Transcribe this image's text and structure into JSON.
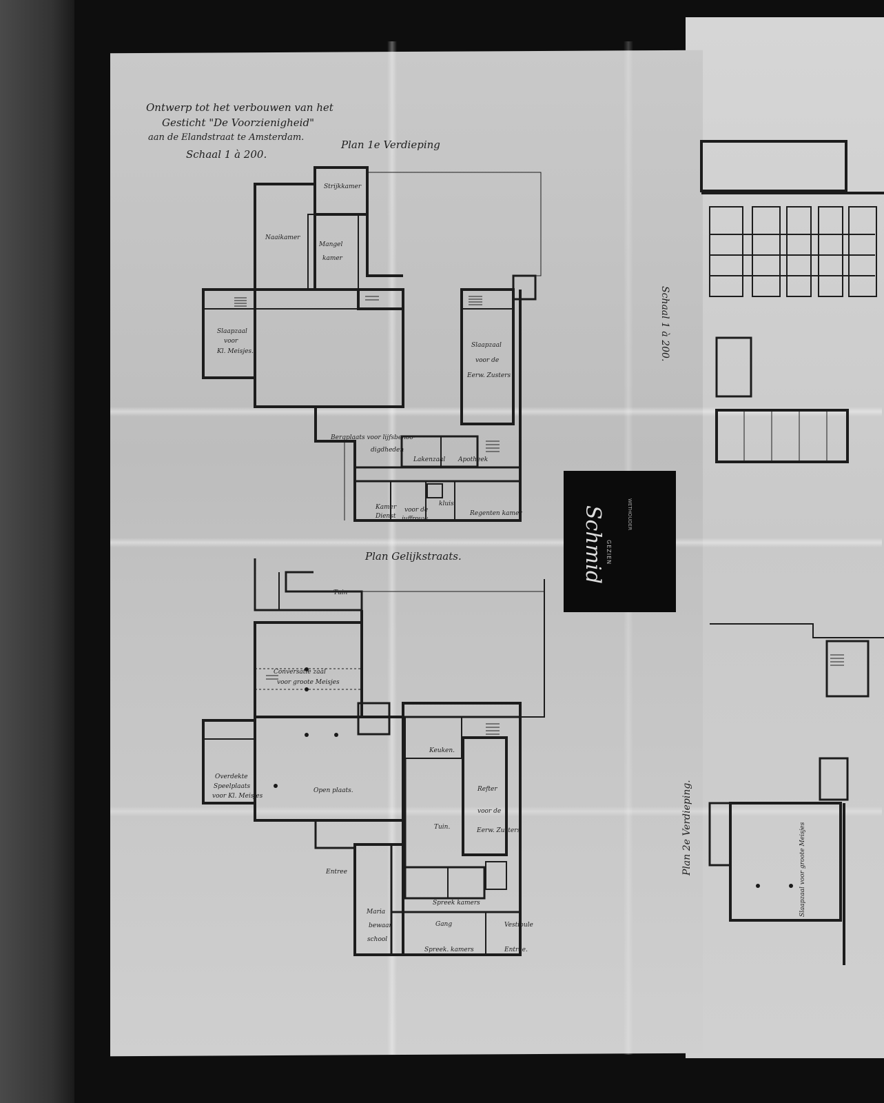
{
  "title_block": {
    "line1": "Ontwerp tot het verbouwen van het",
    "line2": "Gesticht \"De Voorzienigheid\"",
    "line3": "aan de Elandstraat te Amsterdam.",
    "scale": "Schaal 1 à 200."
  },
  "plan_first_floor": {
    "title": "Plan 1e Verdieping",
    "rooms": {
      "strijkkamer": "Strijkkamer",
      "naaikamer": "Naaikamer",
      "mangel1": "Mangel",
      "mangel2": "kamer",
      "slaap_kl1": "Slaapzaal",
      "slaap_kl2": "voor",
      "slaap_kl3": "Kl. Meisjes.",
      "slaap_z1": "Slaapzaal",
      "slaap_z2": "voor de",
      "slaap_z3": "Eerw. Zusters",
      "berg1": "Bergplaats voor lijfsbenoo-",
      "berg2": "digdheden",
      "lakenzaal": "Lakenzaal",
      "apotheek": "Apotheek",
      "kamer_dienst1": "Kamer",
      "kamer_dienst2": "Dienst",
      "juffrouw1": "voor de",
      "juffrouw2": "juffrouw",
      "kluis": "kluis",
      "regenten": "Regenten kamer"
    }
  },
  "plan_ground_floor": {
    "title": "Plan Gelijkstraats.",
    "rooms": {
      "tuin_top": "Tuin",
      "conv1": "Conversatie zaal",
      "conv2": "voor groote Meisjes",
      "overdekte1": "Overdekte",
      "overdekte2": "Speelplaats",
      "overdekte3": "voor Kl. Meisjes",
      "open_plaats": "Open plaats.",
      "keuken": "Keuken.",
      "refter1": "Refter",
      "refter2": "voor de",
      "refter3": "Eerw. Zusters",
      "tuin": "Tuin.",
      "entree_left": "Entree",
      "maria1": "Maria",
      "maria2": "bewaar",
      "maria3": "school",
      "spreek1": "Spreek  kamers",
      "gang": "Gang",
      "vestibule": "Vestibule",
      "spreek2": "Spreek. kamers",
      "entree_right": "Entree."
    }
  },
  "right_sheet": {
    "scale": "Schaal 1 à 200.",
    "plan_title": "Plan 2e Verdieping.",
    "room": "Slaapzaal voor groote Meisjes"
  },
  "stamp": {
    "heading": "GEZIEN",
    "role": "WETHOUDER",
    "signature": "Schmid"
  }
}
